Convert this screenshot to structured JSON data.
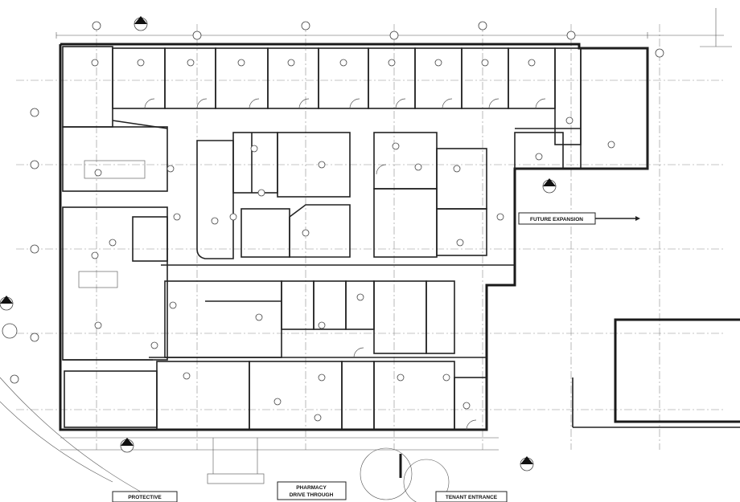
{
  "labels": {
    "future_expansion": "FUTURE EXPANSION",
    "protective": "PROTECTIVE",
    "pharmacy_line1": "PHARMACY",
    "pharmacy_line2": "DRIVE THROUGH",
    "tenant_entrance": "TENANT ENTRANCE"
  },
  "colors": {
    "wall": "#1a1a1a",
    "background": "#ffffff",
    "annotation": "#444444"
  }
}
